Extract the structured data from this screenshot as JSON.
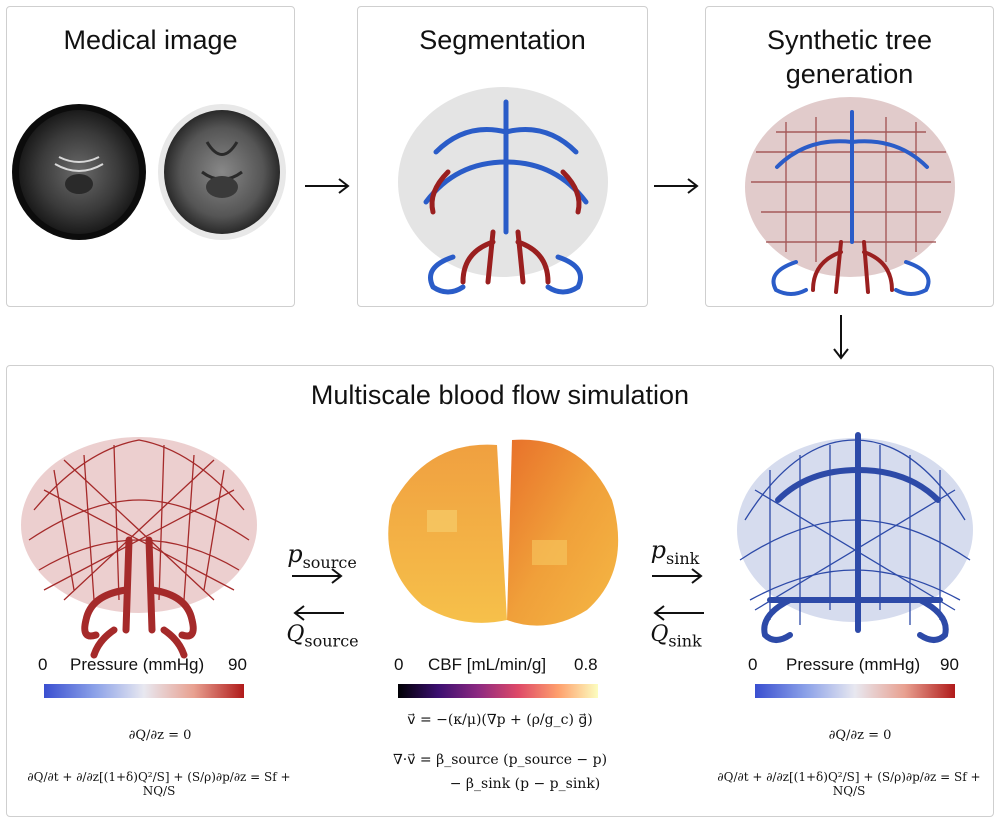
{
  "panels": {
    "medical_image": {
      "title": "Medical image"
    },
    "segmentation": {
      "title": "Segmentation"
    },
    "synthetic": {
      "title_line1": "Synthetic tree",
      "title_line2": "generation"
    },
    "simulation": {
      "title": "Multiscale blood flow simulation"
    }
  },
  "coupling": {
    "left_forward": "p",
    "left_forward_sub": "source",
    "left_back": "Q",
    "left_back_sub": "source",
    "right_forward": "p",
    "right_forward_sub": "sink",
    "right_back": "Q",
    "right_back_sub": "sink"
  },
  "colorbars": {
    "left": {
      "min": "0",
      "label": "Pressure (mmHg)",
      "max": "90"
    },
    "center": {
      "min": "0",
      "label": "CBF [mL/min/g]",
      "max": "0.8"
    },
    "right": {
      "min": "0",
      "label": "Pressure (mmHg)",
      "max": "90"
    }
  },
  "equations": {
    "left_bc": "∂Q/∂z = 0",
    "left_main": "∂Q/∂t + ∂/∂z[(1+δ)Q²/S] + (S/ρ)∂p/∂z = Sf + NQ/S",
    "center_line1": "v⃗ = −(κ/μ)(∇p + (ρ/g_c) g⃗)",
    "center_line2": "∇·v⃗ = β_source (p_source − p)",
    "center_line3": "− β_sink (p − p_sink)",
    "right_bc": "∂Q/∂z = 0",
    "right_main": "∂Q/∂t + ∂/∂z[(1+δ)Q²/S] + (S/ρ)∂p/∂z = Sf + NQ/S"
  },
  "colors": {
    "artery": "#a52a2a",
    "vein": "#2d4aa8",
    "cbf_low": "#f2a83a",
    "cbf_high": "#e06a1a"
  }
}
